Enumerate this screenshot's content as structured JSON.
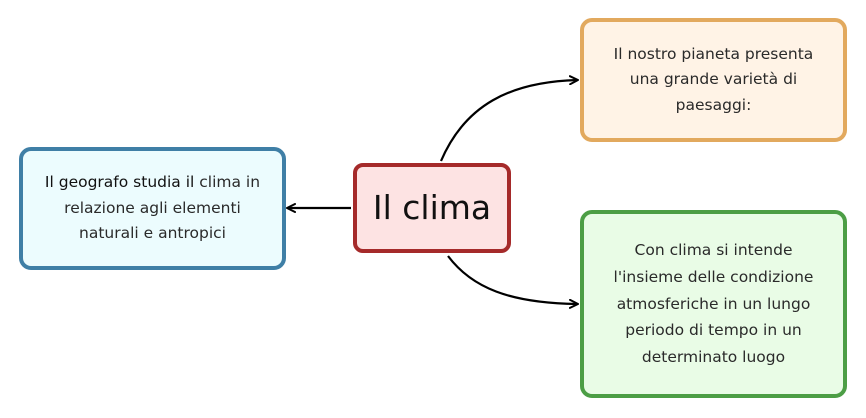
{
  "center": {
    "label": "Il clima"
  },
  "left": {
    "text_part1": "Il geografo studia il",
    "text_part2": "clima in relazione agli elementi naturali e antropici"
  },
  "top_right": {
    "text": "Il nostro pianeta presenta una grande varietà di paesaggi:"
  },
  "bottom_right": {
    "text": "Con clima si intende l'insieme delle condizione atmosferiche in un lungo periodo di tempo in un determinato luogo"
  },
  "colors": {
    "center_border": "#a52a2a",
    "center_fill": "#fde3e3",
    "left_border": "#3f7fa6",
    "left_fill": "#ecfcfe",
    "top_right_border": "#e2a95e",
    "top_right_fill": "#fff3e6",
    "bottom_right_border": "#4c9e45",
    "bottom_right_fill": "#e9fce6",
    "connector": "#000000"
  }
}
